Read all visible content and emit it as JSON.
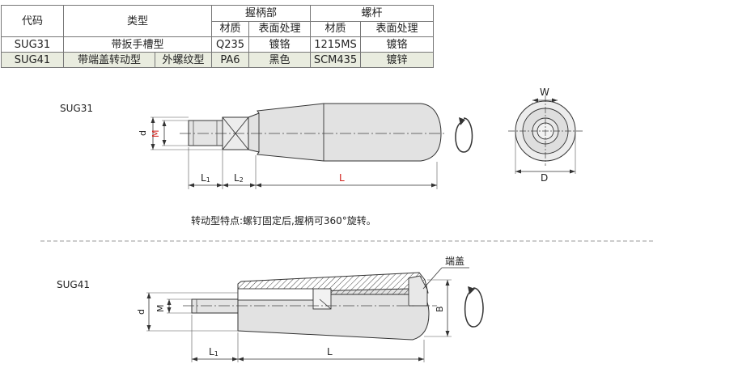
{
  "table": {
    "headers": {
      "code": "代码",
      "type": "类型",
      "grip": "握柄部",
      "screw": "螺杆",
      "material": "材质",
      "surface": "表面处理"
    },
    "rows": [
      {
        "code": "SUG31",
        "type": "带扳手槽型",
        "type2": "",
        "grip_material": "Q235",
        "grip_surface": "镀铬",
        "screw_material": "1215MS",
        "screw_surface": "镀铬"
      },
      {
        "code": "SUG41",
        "type": "带端盖转动型",
        "type2": "外螺纹型",
        "grip_material": "PA6",
        "grip_surface": "黑色",
        "screw_material": "SCM435",
        "screw_surface": "镀锌"
      }
    ]
  },
  "drawing1": {
    "title": "SUG31",
    "dims": {
      "d": "d",
      "M": "M",
      "L1": "L",
      "L1_sub": "1",
      "L2": "L",
      "L2_sub": "2",
      "L": "L",
      "W": "W",
      "D": "D"
    }
  },
  "note": "转动型特点:螺钉固定后,握柄可360°旋转。",
  "drawing2": {
    "title": "SUG41",
    "cap_label": "端盖",
    "dims": {
      "d": "d",
      "M": "M",
      "L1": "L",
      "L1_sub": "1",
      "L": "L",
      "B": "B"
    }
  },
  "colors": {
    "red_dim": "#d0201a",
    "line": "#333333",
    "shade": "#e9ecdf"
  }
}
